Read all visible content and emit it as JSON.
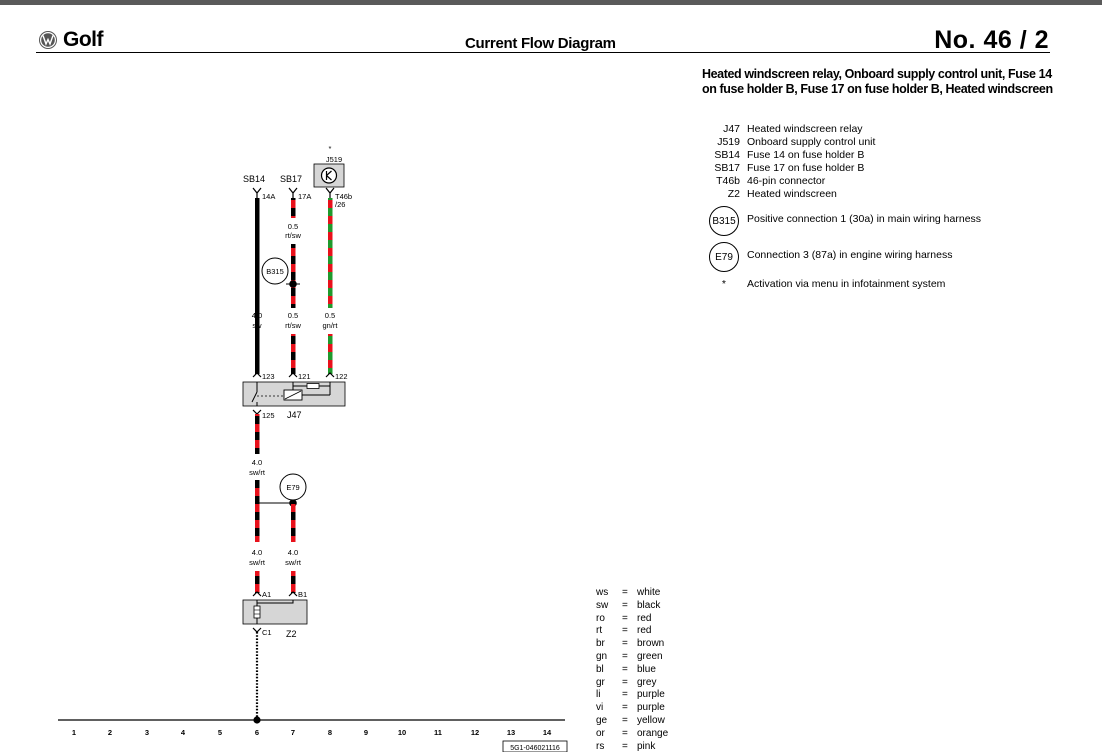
{
  "header": {
    "brand": "Golf",
    "title": "Current Flow Diagram",
    "page_number": "No.  46 /  2"
  },
  "heading": "Heated windscreen relay, Onboard supply control unit, Fuse 14 on fuse holder B, Fuse 17 on fuse holder B, Heated windscreen",
  "legend": [
    {
      "code": "J47",
      "desc": "Heated windscreen relay"
    },
    {
      "code": "J519",
      "desc": "Onboard supply control unit"
    },
    {
      "code": "SB14",
      "desc": "Fuse 14 on fuse holder B"
    },
    {
      "code": "SB17",
      "desc": "Fuse 17 on fuse holder B"
    },
    {
      "code": "T46b",
      "desc": "46-pin connector"
    },
    {
      "code": "Z2",
      "desc": "Heated windscreen"
    }
  ],
  "connections": [
    {
      "code": "B315",
      "desc": "Positive connection 1 (30a) in main wiring harness"
    },
    {
      "code": "E79",
      "desc": "Connection 3 (87a) in engine wiring harness"
    }
  ],
  "footnote": {
    "marker": "*",
    "text": "Activation via menu in infotainment system"
  },
  "color_codes": [
    {
      "code": "ws",
      "name": "white"
    },
    {
      "code": "sw",
      "name": "black"
    },
    {
      "code": "ro",
      "name": "red"
    },
    {
      "code": "rt",
      "name": "red"
    },
    {
      "code": "br",
      "name": "brown"
    },
    {
      "code": "gn",
      "name": "green"
    },
    {
      "code": "bl",
      "name": "blue"
    },
    {
      "code": "gr",
      "name": "grey"
    },
    {
      "code": "li",
      "name": "purple"
    },
    {
      "code": "vi",
      "name": "purple"
    },
    {
      "code": "ge",
      "name": "yellow"
    },
    {
      "code": "or",
      "name": "orange"
    },
    {
      "code": "rs",
      "name": "pink"
    }
  ],
  "diagram": {
    "fuses": {
      "sb14": "SB14",
      "sb17": "SB17",
      "sb14_pin": "14A",
      "sb17_pin": "17A"
    },
    "j519": {
      "label": "J519",
      "marker": "*",
      "connector": "T46b",
      "connector_pin": "/26"
    },
    "wires": {
      "w_sb17_top": {
        "size": "0.5",
        "color": "rt/sw"
      },
      "w_sb14": {
        "size": "4.0",
        "color": "sw"
      },
      "w_sb17_bottom": {
        "size": "0.5",
        "color": "rt/sw"
      },
      "w_j519": {
        "size": "0.5",
        "color": "gn/rt"
      },
      "w_j47_out": {
        "size": "4.0",
        "color": "sw/rt"
      },
      "w_z2_a1": {
        "size": "4.0",
        "color": "sw/rt"
      },
      "w_z2_b1": {
        "size": "4.0",
        "color": "sw/rt"
      }
    },
    "b315": "B315",
    "e79": "E79",
    "j47": {
      "label": "J47",
      "pin_123": "123",
      "pin_121": "121",
      "pin_122": "122",
      "pin_125": "125"
    },
    "z2": {
      "label": "Z2",
      "pin_a1": "A1",
      "pin_b1": "B1",
      "pin_c1": "C1"
    },
    "grid_numbers": [
      "1",
      "2",
      "3",
      "4",
      "5",
      "6",
      "7",
      "8",
      "9",
      "10",
      "11",
      "12",
      "13",
      "14"
    ],
    "doc_code": "5G1-046021116",
    "wire_colors": {
      "black": "#000000",
      "red": "#e8111b",
      "green": "#1f9a2c"
    }
  }
}
